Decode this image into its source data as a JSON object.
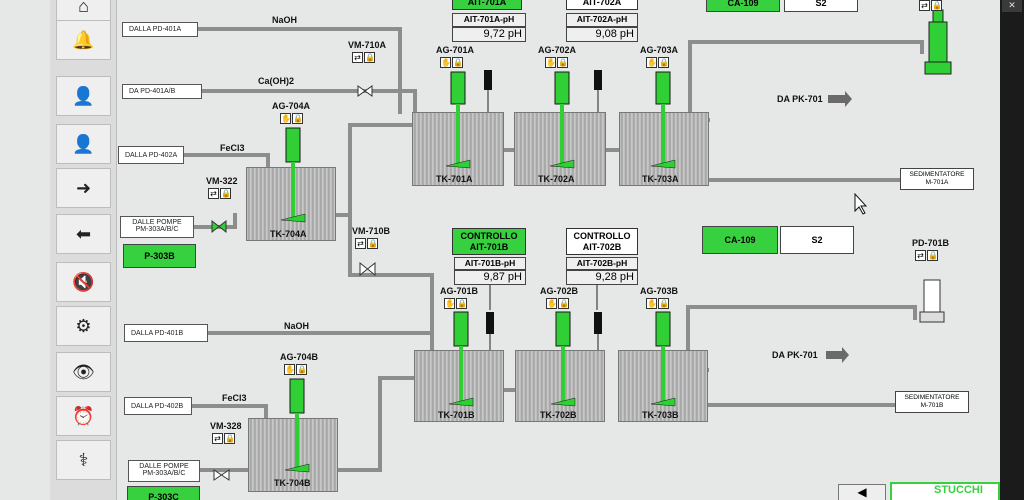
{
  "sidebar": {
    "buttons": [
      {
        "name": "home",
        "icon": "⌂"
      },
      {
        "name": "bell",
        "icon": "🔔"
      },
      {
        "name": "user",
        "icon": "👤"
      },
      {
        "name": "user-disabled",
        "icon": "👤"
      },
      {
        "name": "arrow-right",
        "icon": "➜"
      },
      {
        "name": "arrow-left",
        "icon": "⬅"
      },
      {
        "name": "mute",
        "icon": "🔇"
      },
      {
        "name": "settings",
        "icon": "⚙"
      },
      {
        "name": "eye",
        "icon": "👁"
      },
      {
        "name": "alarm-clock",
        "icon": "⏰"
      },
      {
        "name": "stethoscope",
        "icon": "⚕"
      }
    ]
  },
  "sources": {
    "pd401a": "DALLA PD-401A",
    "pd401ab": "DA PD-401A/B",
    "pd402a": "DALLA PD-402A",
    "pompe_a_1": "DALLE POMPE",
    "pompe_a_2": "PM-303A/B/C",
    "pd401b": "DALLA PD-401B",
    "pd402b": "DALLA PD-402B",
    "pompe_b_1": "DALLE POMPE",
    "pompe_b_2": "PM-303A/B/C"
  },
  "reagents": {
    "naoh_a": "NaOH",
    "caoh": "Ca(OH)2",
    "fecl3_a": "FeCl3",
    "naoh_b": "NaOH",
    "fecl3_b": "FeCl3"
  },
  "valves": {
    "vm710a": "VM-710A",
    "vm322": "VM-322",
    "vm710b": "VM-710B",
    "vm328": "VM-328"
  },
  "agitators": {
    "ag704a": "AG-704A",
    "ag701a": "AG-701A",
    "ag702a": "AG-702A",
    "ag703a": "AG-703A",
    "ag704b": "AG-704B",
    "ag701b": "AG-701B",
    "ag702b": "AG-702B",
    "ag703b": "AG-703B"
  },
  "tanks": {
    "tk704a": "TK-704A",
    "tk701a": "TK-701A",
    "tk702a": "TK-702A",
    "tk703a": "TK-703A",
    "tk704b": "TK-704B",
    "tk701b": "TK-701B",
    "tk702b": "TK-702B",
    "tk703b": "TK-703B"
  },
  "controls": {
    "top_a1": "AIT-701A",
    "top_a2": "AIT-702A",
    "top_ca": "CA-109",
    "top_s2": "S2",
    "c701b_l1": "CONTROLLO",
    "c701b_l2": "AIT-701B",
    "c702b_l1": "CONTROLLO",
    "c702b_l2": "AIT-702B",
    "ca109": "CA-109",
    "s2": "S2"
  },
  "ph": {
    "a701_label": "AIT-701A-pH",
    "a701_value": "9,72 pH",
    "a702_label": "AIT-702A-pH",
    "a702_value": "9,08 pH",
    "b701_label": "AIT-701B-pH",
    "b701_value": "9,87 pH",
    "b702_label": "AIT-702B-pH",
    "b702_value": "9,28 pH"
  },
  "pumps": {
    "p303b": "P-303B",
    "p303c": "P-303C",
    "pd701b": "PD-701B"
  },
  "outputs": {
    "pk701_a": "DA PK-701",
    "pk701_b": "DA PK-701",
    "sed_a_1": "SEDIMENTATORE",
    "sed_a_2": "M-701A",
    "sed_b_1": "SEDIMENTATORE",
    "sed_b_2": "M-701B"
  },
  "brand": "STUCCHI",
  "colors": {
    "active_green": "#37d13f",
    "agitator_green": "#2fcf35",
    "pipe": "#8d8d8d"
  }
}
